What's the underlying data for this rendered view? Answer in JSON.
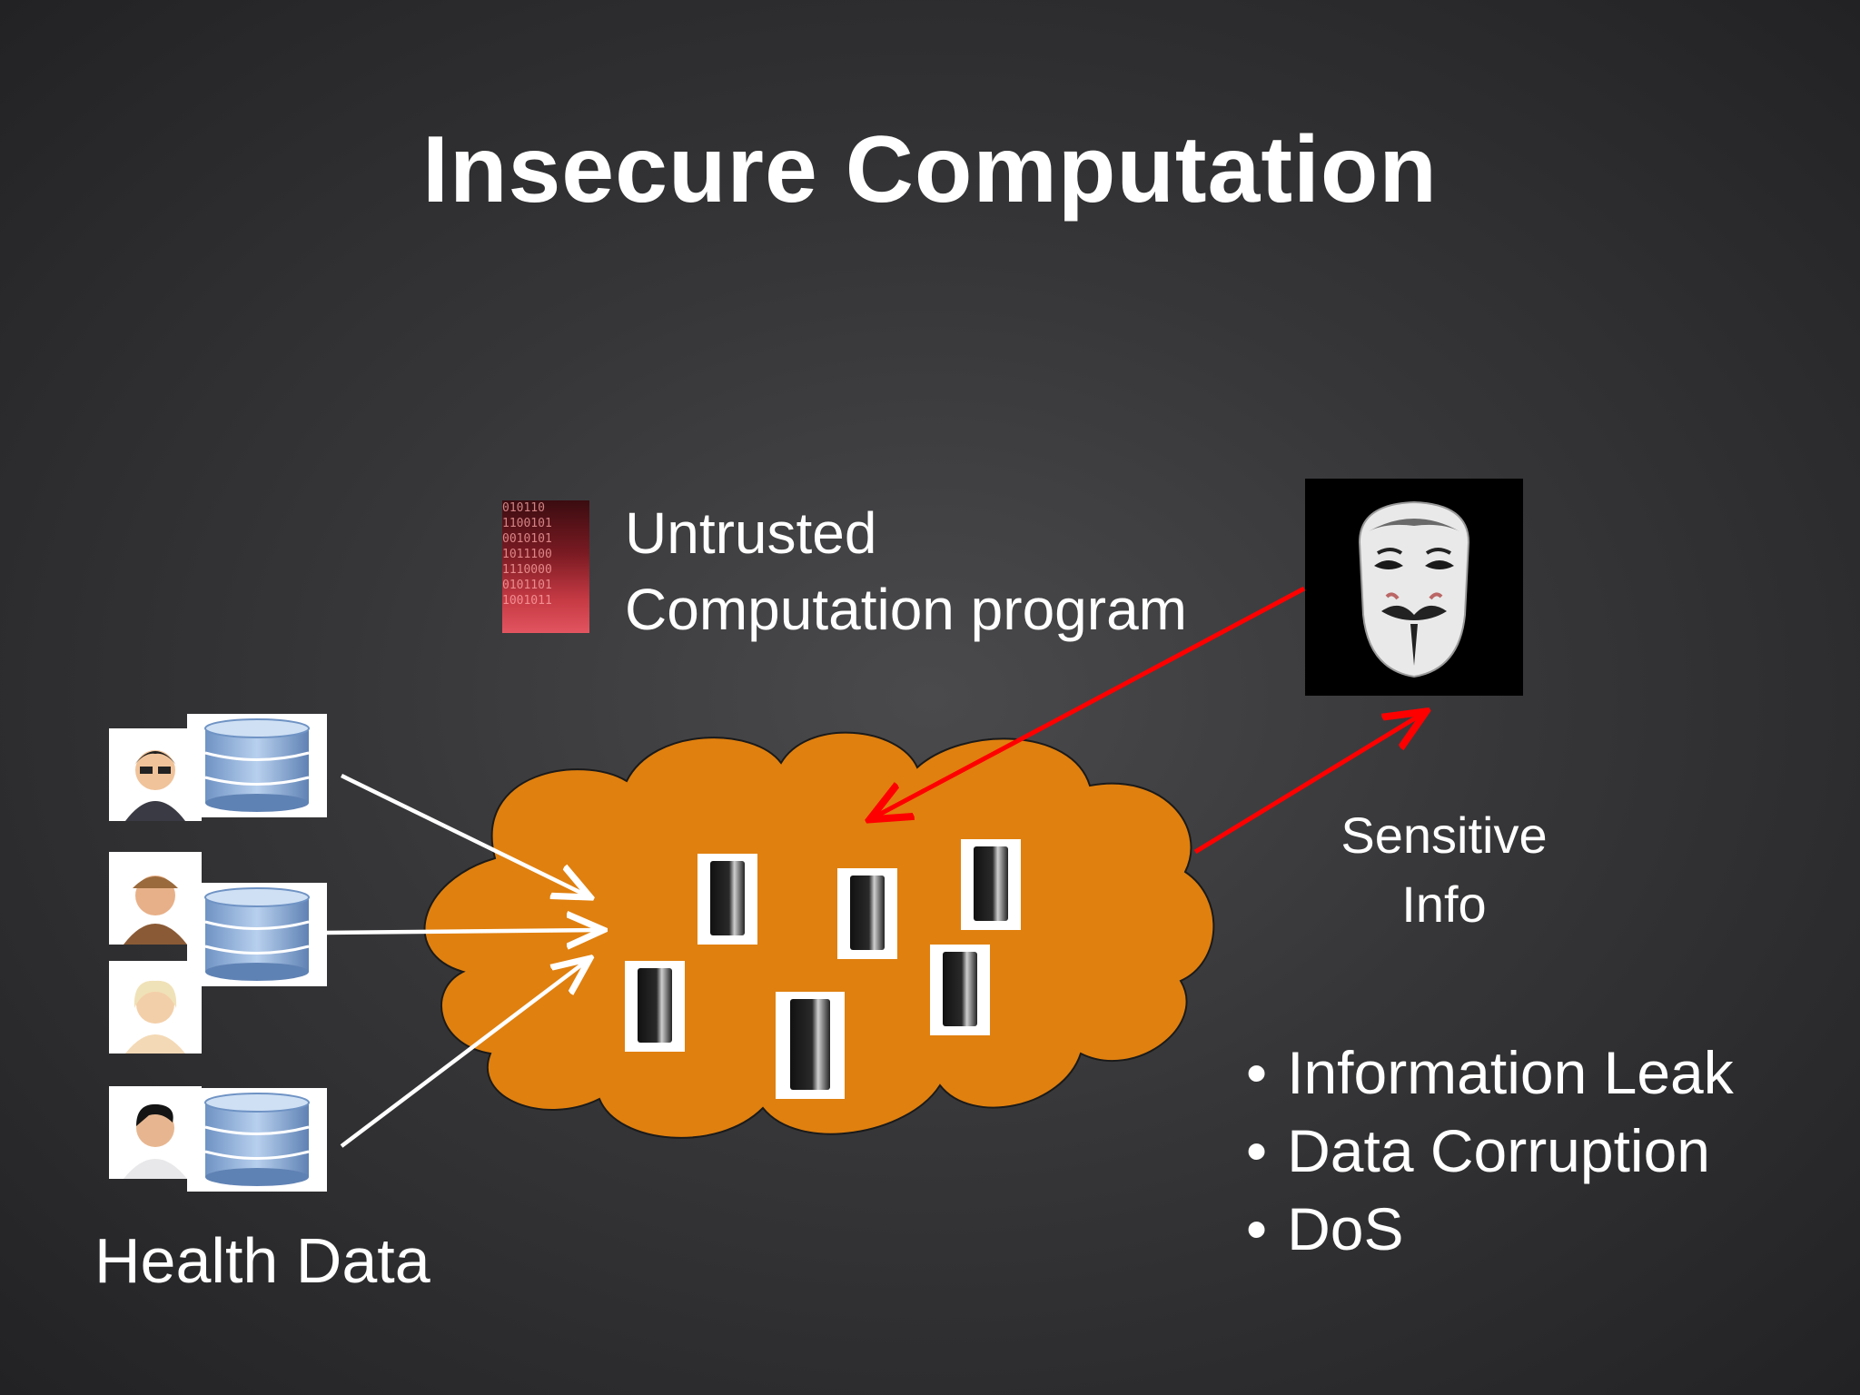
{
  "title": "Insecure Computation",
  "legend": {
    "icon": "binary-code-icon",
    "binary_texture": "010110\n1100101\n0010101\n1011100\n1110000\n0101101\n1001011",
    "line1": "Untrusted",
    "line2": "Computation program"
  },
  "health_data_label": "Health Data",
  "sensitive_label": {
    "line1": "Sensitive",
    "line2": "Info"
  },
  "threats": [
    "Information Leak",
    "Data Corruption",
    "DoS"
  ],
  "colors": {
    "cloud_fill": "#e0800f",
    "data_arrow": "#ffffff",
    "attack_arrow": "#ff0000",
    "background": "#363638",
    "database": "#8fb0d8"
  },
  "icons": {
    "attacker": "guy-fawkes-mask-icon",
    "cloud": "cloud-icon",
    "server": "server-tower-icon",
    "database": "database-icon",
    "person": "user-avatar-icon"
  }
}
